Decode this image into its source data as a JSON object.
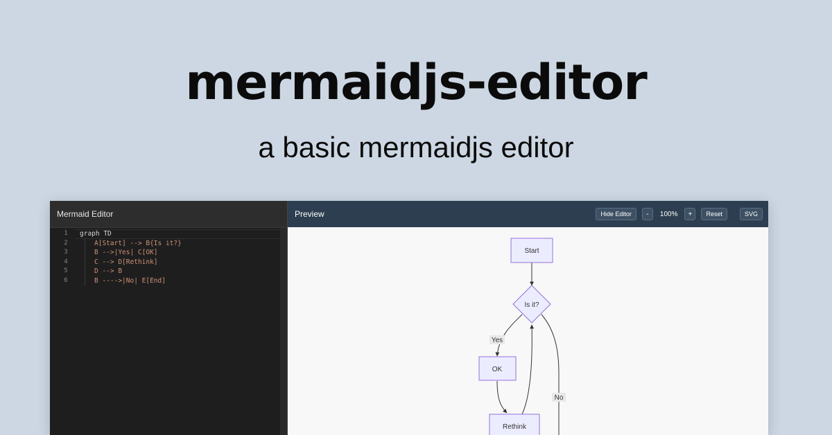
{
  "hero": {
    "title": "mermaidjs-editor",
    "subtitle": "a basic mermaidjs editor"
  },
  "editor": {
    "title": "Mermaid Editor",
    "lines": [
      {
        "number": "1",
        "text": "graph TD"
      },
      {
        "number": "2",
        "text": "A[Start] --> B{Is it?}"
      },
      {
        "number": "3",
        "text": "B -->|Yes| C[OK]"
      },
      {
        "number": "4",
        "text": "C --> D[Rethink]"
      },
      {
        "number": "5",
        "text": "D --> B"
      },
      {
        "number": "6",
        "text": "B ---->|No| E[End]"
      }
    ]
  },
  "preview": {
    "title": "Preview",
    "toolbar": {
      "hide_editor": "Hide Editor",
      "zoom_out": "-",
      "zoom_level": "100%",
      "zoom_in": "+",
      "reset": "Reset",
      "svg": "SVG"
    },
    "diagram": {
      "nodes": {
        "start": "Start",
        "decision": "Is it?",
        "ok": "OK",
        "rethink": "Rethink"
      },
      "edge_labels": {
        "yes": "Yes",
        "no": "No"
      }
    }
  },
  "colors": {
    "page_background": "#ccd7e3",
    "editor_background": "#1e1e1e",
    "preview_header": "#2c3e50",
    "node_fill": "#ececff",
    "node_stroke": "#9370db"
  }
}
